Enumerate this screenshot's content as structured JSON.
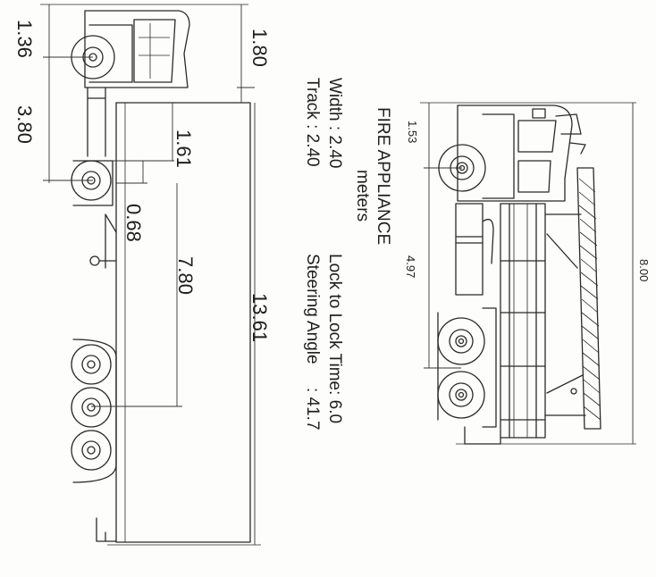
{
  "left_plan": {
    "dim_front_overhang": "1.36",
    "dim_wheelbase": "3.80",
    "dim_cab_length": "1.80",
    "dim_offset_a": "1.61",
    "dim_offset_b": "0.68",
    "dim_trailer_wheelbase": "7.80",
    "dim_overall_length": "13.61"
  },
  "spec": {
    "title": "FIRE APPLIANCE",
    "units": "meters",
    "width_line": "Width : 2.40",
    "track_line": "Track : 2.40",
    "lock_line": "Lock to Lock Time: 6.0",
    "steering_line": "Steering Angle     : 41.7"
  },
  "right_elevation": {
    "dim_front_overhang": "1.53",
    "dim_wheelbase": "4.97",
    "dim_overall_length": "8.00"
  },
  "colors": {
    "ink": "#2a2a2a",
    "paper": "#fdfdfb"
  }
}
